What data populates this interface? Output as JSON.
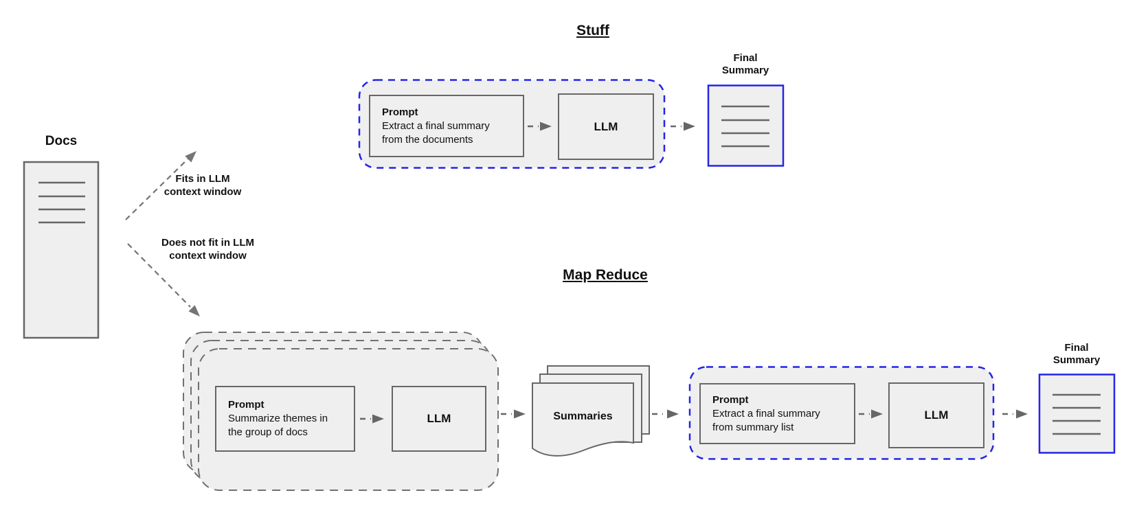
{
  "docs": {
    "label": "Docs"
  },
  "branch_labels": {
    "fits": {
      "line1": "Fits in LLM",
      "line2": "context window"
    },
    "does_not_fit": {
      "line1": "Does not fit in LLM",
      "line2": "context window"
    }
  },
  "stuff": {
    "title": "Stuff",
    "prompt": {
      "title": "Prompt",
      "line1": "Extract a final summary",
      "line2": "from the documents"
    },
    "llm_label": "LLM",
    "final_summary": {
      "line1": "Final",
      "line2": "Summary"
    }
  },
  "map_reduce": {
    "title": "Map Reduce",
    "map_prompt": {
      "title": "Prompt",
      "line1": "Summarize themes in",
      "line2": "the group of docs"
    },
    "map_llm_label": "LLM",
    "summaries_label": "Summaries",
    "reduce_prompt": {
      "title": "Prompt",
      "line1": "Extract a final summary",
      "line2": "from summary list"
    },
    "reduce_llm_label": "LLM",
    "final_summary": {
      "line1": "Final",
      "line2": "Summary"
    }
  },
  "colors": {
    "accent_blue": "#2424e8",
    "shape_border_gray": "#666666",
    "shape_fill_gray": "#efefef",
    "arrow_gray": "#757575",
    "text_color": "#111111"
  }
}
